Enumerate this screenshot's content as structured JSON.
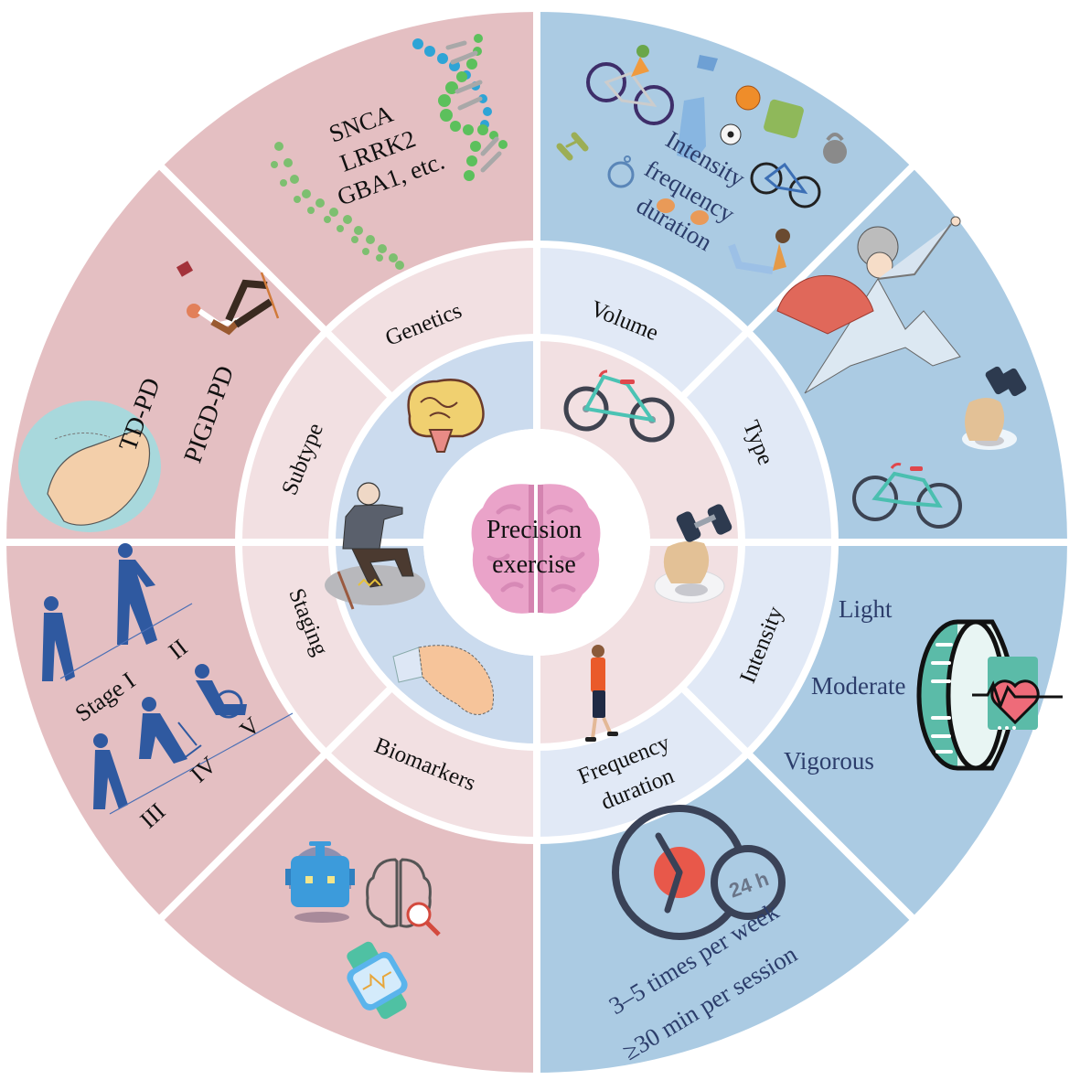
{
  "colors": {
    "outer_pink": "#e4bfc2",
    "outer_blue": "#abcbe3",
    "middle_pink": "#f2e0e2",
    "middle_blue": "#e1e9f6",
    "inner_blue": "#cbdbee",
    "inner_pink": "#f2e0e2",
    "center": "#ffffff",
    "divider": "#ffffff",
    "text_dark": "#111111",
    "text_navy": "#2c3d6b",
    "brain_pink": "#eaa3c9"
  },
  "center": {
    "title_line1": "Precision",
    "title_line2": "exercise",
    "icon": "brain-icon"
  },
  "middle_ring": {
    "genetics": "Genetics",
    "subtype": "Subtype",
    "staging": "Staging",
    "biomarkers": "Biomarkers",
    "volume": "Volume",
    "type": "Type",
    "intensity": "Intensity",
    "frequency_line1": "Frequency",
    "frequency_line2": "duration"
  },
  "inner_ring": {
    "left_icons": [
      "brain-icon",
      "falling-elderly-icon",
      "tremor-hand-icon"
    ],
    "right_icons": [
      "bicycle-icon",
      "dumbbell-arm-icon",
      "walking-person-icon"
    ]
  },
  "outer_ring": {
    "genetics": {
      "lines": [
        "SNCA",
        "LRRK2",
        "GBA1, etc."
      ],
      "icons": [
        "dna-helix-icon",
        "dna-helix-icon"
      ]
    },
    "subtype": {
      "labels": [
        "TD-PD",
        "PIGD-PD"
      ],
      "icons": [
        "tremor-hand-icon",
        "falling-person-icon"
      ]
    },
    "staging": {
      "stage_label": "Stage I",
      "stages": [
        "II",
        "III",
        "IV",
        "V"
      ],
      "icons": [
        "standing-person-icon",
        "walking-person-icon",
        "walker-person-icon",
        "wheelchair-person-icon"
      ]
    },
    "biomarkers": {
      "icons": [
        "robot-icon",
        "brain-search-icon",
        "smartwatch-icon"
      ]
    },
    "volume": {
      "lines": [
        "Intensity",
        "frequency",
        "duration"
      ],
      "icons": [
        "cyclist-icon",
        "sportswear-icon",
        "basketball-icon",
        "soccer-ball-icon",
        "scale-icon",
        "kettlebell-icon",
        "dumbbell-icon",
        "stopwatch-icon",
        "bicycle-icon",
        "yoga-person-icon"
      ]
    },
    "type": {
      "icons": [
        "tai-chi-person-icon",
        "dumbbell-arm-icon",
        "bicycle-icon"
      ]
    },
    "intensity": {
      "levels": [
        "Light",
        "Moderate",
        "Vigorous"
      ],
      "icons": [
        "fitness-tracker-heart-icon"
      ]
    },
    "frequency": {
      "lines": [
        "3–5 times per week",
        "≥30 min per session"
      ],
      "clock_badge": "24 h",
      "icons": [
        "clock-24h-icon"
      ]
    }
  }
}
